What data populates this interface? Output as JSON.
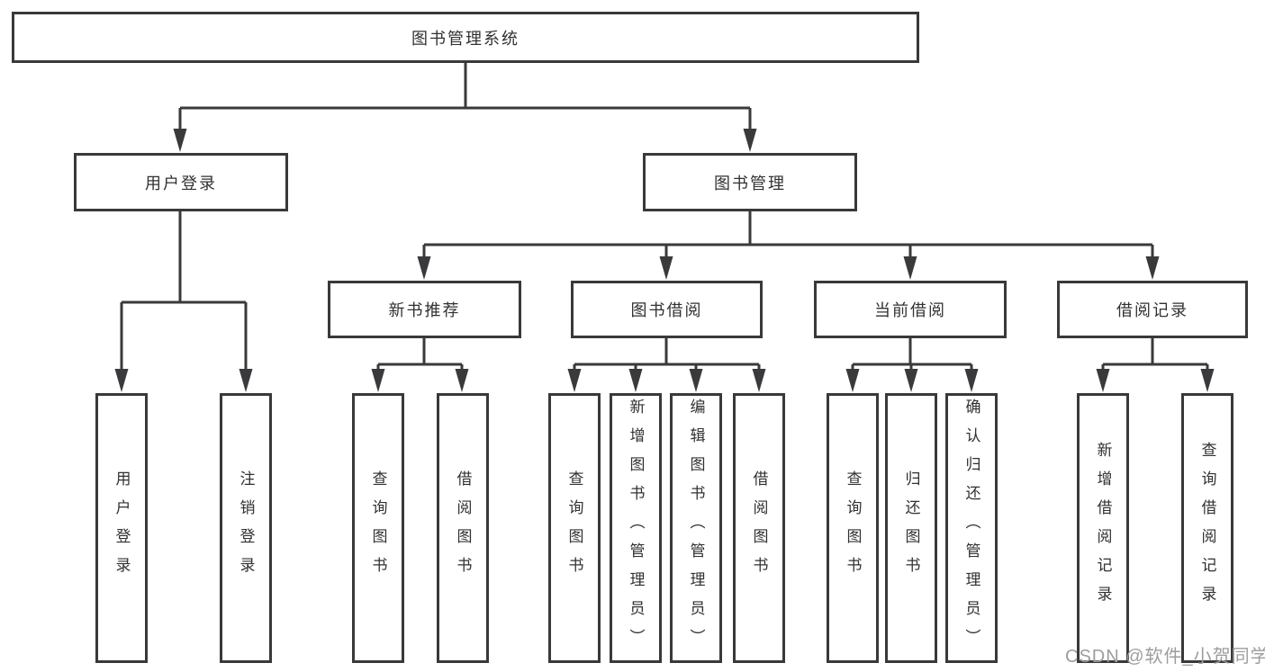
{
  "title": {
    "label": "图书管理系统"
  },
  "branches": [
    {
      "label": "用户登录",
      "leaves": [
        {
          "label": "用户登录"
        },
        {
          "label": "注销登录"
        }
      ]
    },
    {
      "label": "图书管理",
      "groups": [
        {
          "label": "新书推荐",
          "leaves": [
            {
              "label": "查询图书"
            },
            {
              "label": "借阅图书"
            }
          ]
        },
        {
          "label": "图书借阅",
          "leaves": [
            {
              "label": "查询图书"
            },
            {
              "label": "新增图书（管理员）"
            },
            {
              "label": "编辑图书（管理员）"
            },
            {
              "label": "借阅图书"
            }
          ]
        },
        {
          "label": "当前借阅",
          "leaves": [
            {
              "label": "查询图书"
            },
            {
              "label": "归还图书"
            },
            {
              "label": "确认归还（管理员）"
            }
          ]
        },
        {
          "label": "借阅记录",
          "leaves": [
            {
              "label": "新增借阅记录"
            },
            {
              "label": "查询借阅记录"
            }
          ]
        }
      ]
    }
  ],
  "watermark": {
    "text": "CSDN @软件_小贺同学"
  },
  "colors": {
    "background": "#ffffff",
    "line": "#3a3a3c",
    "box_border": "#39393b",
    "text": "#313133",
    "watermark": "#9d9d9d"
  }
}
